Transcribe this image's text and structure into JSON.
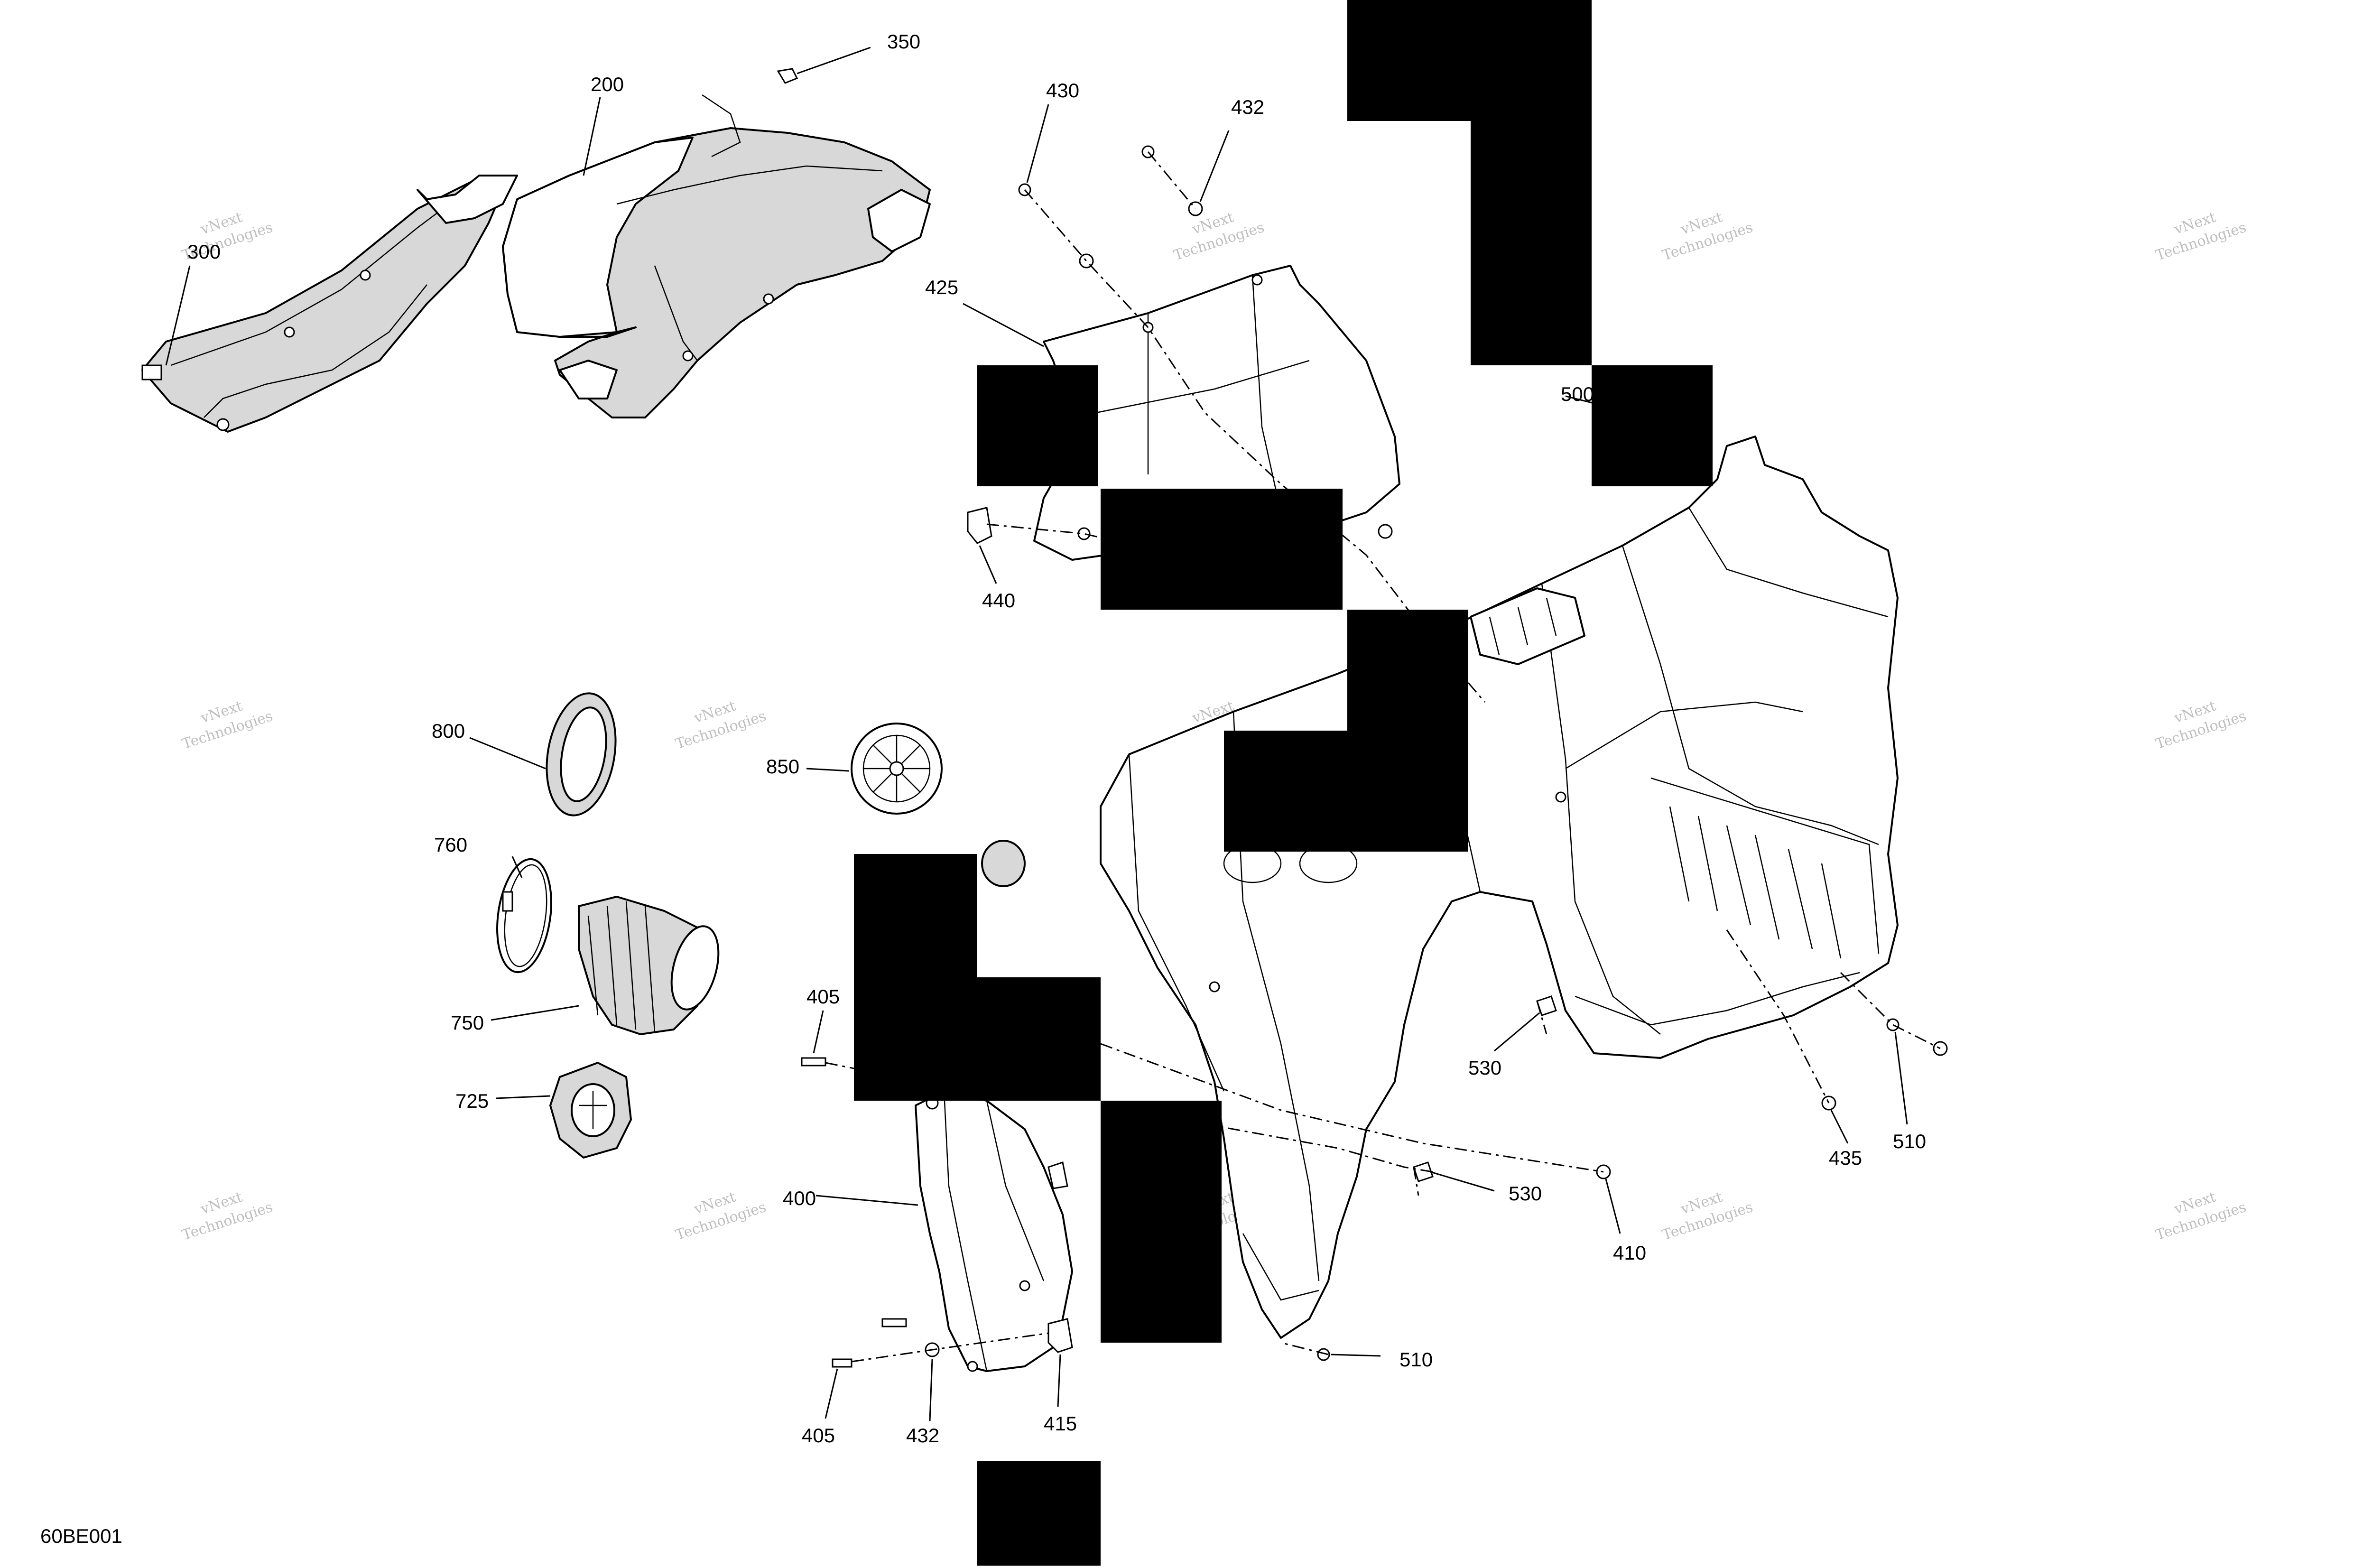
{
  "diagram": {
    "code": "60BE001",
    "watermark": {
      "line1": "vNext",
      "line2": "Technologies",
      "full": "vNext Technologies"
    },
    "callouts": [
      {
        "id": "350",
        "text": "350"
      },
      {
        "id": "200",
        "text": "200"
      },
      {
        "id": "300",
        "text": "300"
      },
      {
        "id": "430",
        "text": "430"
      },
      {
        "id": "432a",
        "text": "432"
      },
      {
        "id": "425",
        "text": "425"
      },
      {
        "id": "500",
        "text": "500"
      },
      {
        "id": "440",
        "text": "440"
      },
      {
        "id": "800",
        "text": "800"
      },
      {
        "id": "850",
        "text": "850"
      },
      {
        "id": "760",
        "text": "760"
      },
      {
        "id": "750",
        "text": "750"
      },
      {
        "id": "405a",
        "text": "405"
      },
      {
        "id": "725",
        "text": "725"
      },
      {
        "id": "400",
        "text": "400"
      },
      {
        "id": "405b",
        "text": "405"
      },
      {
        "id": "432b",
        "text": "432"
      },
      {
        "id": "415",
        "text": "415"
      },
      {
        "id": "530a",
        "text": "530"
      },
      {
        "id": "435",
        "text": "435"
      },
      {
        "id": "510a",
        "text": "510"
      },
      {
        "id": "530b",
        "text": "530"
      },
      {
        "id": "410",
        "text": "410"
      },
      {
        "id": "510b",
        "text": "510"
      }
    ]
  }
}
